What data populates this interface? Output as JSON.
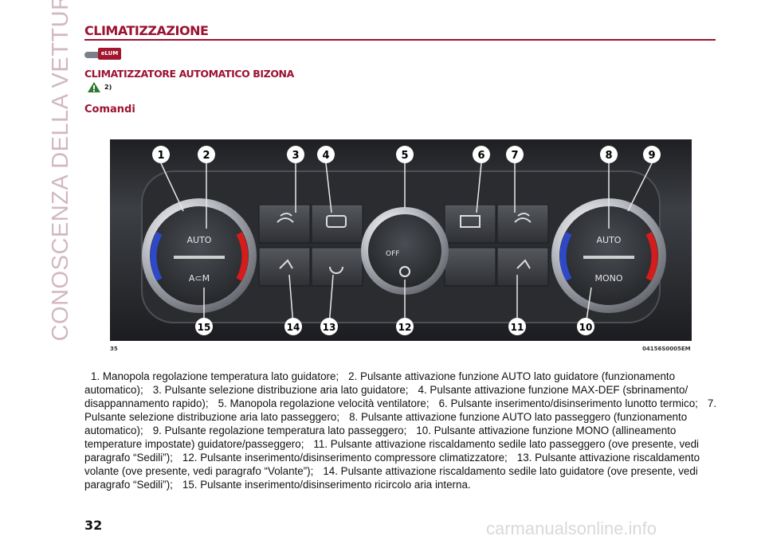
{
  "sidebar": {
    "vertical_title": "CONOSCENZA DELLA VETTURA"
  },
  "section": {
    "title": "CLIMATIZZAZIONE",
    "elum_badge": "eLUM"
  },
  "subsection": {
    "title": "CLIMATIZZATORE AUTOMATICO BIZONA",
    "warning_ref": "2)"
  },
  "heading": "Comandi",
  "figure": {
    "number": "35",
    "code": "04156S0005EM",
    "callouts_top": [
      "1",
      "2",
      "3",
      "4",
      "5",
      "6",
      "7",
      "8",
      "9"
    ],
    "callouts_bottom": [
      "15",
      "14",
      "13",
      "12",
      "11",
      "10"
    ],
    "knob_left": {
      "top_label": "AUTO",
      "bottom_label": "A⊂M"
    },
    "knob_right": {
      "top_label": "AUTO",
      "bottom_label": "MONO"
    },
    "knob_center": {
      "label": "OFF"
    }
  },
  "caption_items": [
    "1. Manopola regolazione temperatura lato guidatore;",
    "2. Pulsante attivazione funzione AUTO lato guidatore (funzionamento automatico);",
    "3. Pulsante selezione distribuzione aria lato guidatore;",
    "4. Pulsante attivazione funzione MAX-DEF (sbrinamento/ disappannamento rapido);",
    "5. Manopola regolazione velocità ventilatore;",
    "6. Pulsante inserimento/disinserimento lunotto termico;",
    "7. Pulsante selezione distribuzione aria lato passeggero;",
    "8. Pulsante attivazione funzione AUTO lato passeggero (funzionamento automatico);",
    "9. Pulsante regolazione temperatura lato passeggero;",
    "10. Pulsante attivazione funzione MONO (allineamento temperature impostate) guidatore/passeggero;",
    "11. Pulsante attivazione riscaldamento sedile lato passeggero (ove presente, vedi paragrafo “Sedili”);",
    "12. Pulsante inserimento/disinserimento compressore climatizzatore;",
    "13. Pulsante attivazione riscaldamento volante (ove presente, vedi paragrafo “Volante”);",
    "14. Pulsante attivazione riscaldamento sedile lato guidatore (ove presente, vedi paragrafo “Sedili”);",
    "15. Pulsante inserimento/disinserimento ricircolo aria interna."
  ],
  "page_number": "32",
  "watermark": "carmanualsonline.info",
  "colors": {
    "accent": "#9c1231",
    "sidebar_text": "#d2b8bf"
  }
}
